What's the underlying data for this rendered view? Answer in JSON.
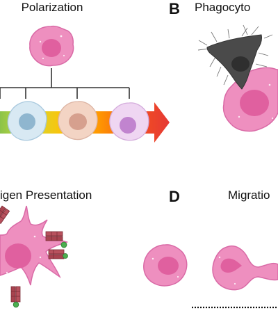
{
  "panels": {
    "a": {
      "title": "Polarization"
    },
    "b": {
      "letter": "B",
      "title": "Phagocyto"
    },
    "c": {
      "title": "igen Presentation"
    },
    "d": {
      "letter": "D",
      "title": "Migratio"
    }
  },
  "colors": {
    "cell_pink": "#ee8fbf",
    "cell_pink_outline": "#d96aa6",
    "nucleus_pink": "#e0609f",
    "pathogen_gray": "#4a4a4a",
    "cell_blue": "#d8e9f3",
    "nucleus_blue": "#8fb6cf",
    "cell_peach": "#f3d4c4",
    "nucleus_peach": "#d6a08e",
    "cell_lavender": "#efd6f2",
    "nucleus_lavender": "#c184cf",
    "mhc_red": "#a8434f",
    "antigen_green": "#4caf50"
  }
}
